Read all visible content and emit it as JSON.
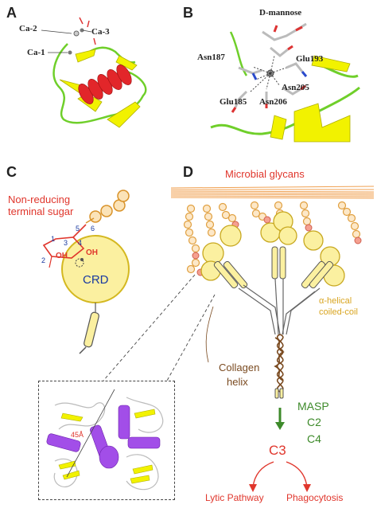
{
  "panels": {
    "a": {
      "letter": "A",
      "labels": {
        "ca1": "Ca-1",
        "ca2": "Ca-2",
        "ca3": "Ca-3"
      }
    },
    "b": {
      "letter": "B",
      "labels": {
        "mannose": "D-mannose",
        "asn187": "Asn187",
        "glu193": "Glu193",
        "asn205": "Asn205",
        "glu185": "Glu185",
        "asn206": "Asn206"
      }
    },
    "c": {
      "letter": "C",
      "sugar_label_line1": "Non-reducing",
      "sugar_label_line2": "terminal sugar",
      "ring_numbers": [
        "1",
        "2",
        "3",
        "4",
        "5",
        "6"
      ],
      "oh1": "OH",
      "oh2": "OH",
      "crd": "CRD"
    },
    "d": {
      "letter": "D",
      "microbial": "Microbial glycans",
      "helical_line1": "α-helical",
      "helical_line2": "coiled-coil",
      "collagen_line1": "Collagen",
      "collagen_line2": "helix",
      "masp": "MASP",
      "c2": "C2",
      "c4": "C4",
      "c3": "C3",
      "lytic": "Lytic Pathway",
      "phago": "Phagocytosis",
      "inset_distance": "45Å"
    }
  },
  "colors": {
    "red_text": "#e0362c",
    "blue_text": "#1a3aa0",
    "green_text": "#3d8a2a",
    "orange_text": "#e07a2c",
    "gold_text": "#d9a520",
    "brown_text": "#7a4a20",
    "helix_red": "#e2262a",
    "strand_yellow": "#f2f200",
    "loop_green": "#6fcf2a",
    "crd_fill": "#fbf0a0",
    "purple_helix": "#a24ee8"
  }
}
